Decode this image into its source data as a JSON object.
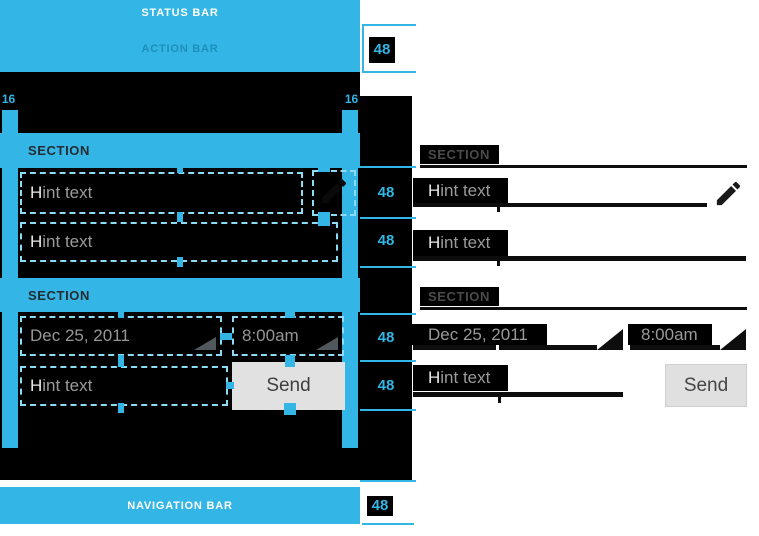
{
  "status_bar": {
    "label": "STATUS BAR"
  },
  "action_bar": {
    "label": "ACTION BAR"
  },
  "navigation_bar": {
    "label": "NAVIGATION BAR"
  },
  "margins": {
    "left_dp": "16",
    "right_dp": "16"
  },
  "sections": {
    "first": "SECTION",
    "second": "SECTION"
  },
  "fields": {
    "hint": {
      "first_char": "H",
      "rest": "int text"
    },
    "date": {
      "value": "Dec 25, 2011"
    },
    "time": {
      "value": "8:00am"
    },
    "send": {
      "label": "Send"
    }
  },
  "heights": {
    "action_bar": "48",
    "row1": "48",
    "row2": "48",
    "row3": "48",
    "row4": "48",
    "navigation_bar": "48"
  },
  "icons": {
    "edit": "pencil-edit-icon",
    "spinner_corner": "corner-fold-triangle"
  },
  "colors": {
    "accent_blue": "#33b5e5",
    "action_bar_text": "#1d8fbb",
    "surface_black": "#000000",
    "dashed_keyline": "#8ddcf6",
    "hint_gray": "#9b9b9b",
    "button_gray": "#e0e0e0"
  }
}
